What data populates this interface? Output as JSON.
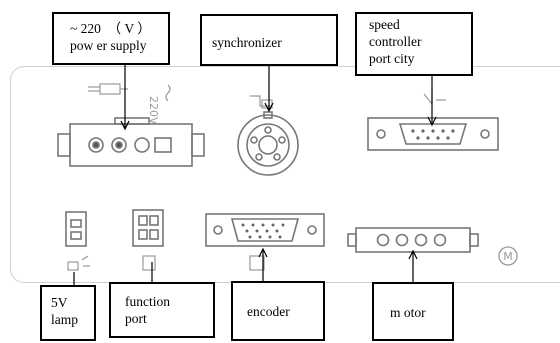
{
  "labels": {
    "power": [
      "~ 220  （ V ）",
      "pow er supply"
    ],
    "synchronizer": [
      "synchronizer"
    ],
    "speed": [
      "speed",
      "controller",
      "port city"
    ],
    "lamp": [
      "5V",
      "lamp"
    ],
    "function": [
      "function",
      "port"
    ],
    "encoder": [
      "encoder"
    ],
    "motor": [
      "m otor"
    ]
  },
  "panel_marks": {
    "power_side_text": "220V",
    "motor_symbol": "M"
  },
  "colors": {
    "line": "#000000",
    "outline": "#777777",
    "panel_border": "#cfcfcf"
  },
  "icons": {
    "power_plug": "power-plug-icon",
    "sync_plug": "synchronizer-plug-icon",
    "speed_plug": "speed-plug-icon",
    "lamp_icon": "lamp-icon",
    "function_plug": "function-plug-icon",
    "encoder_plug": "encoder-plug-icon",
    "motor_symbol": "motor-circle-icon"
  }
}
